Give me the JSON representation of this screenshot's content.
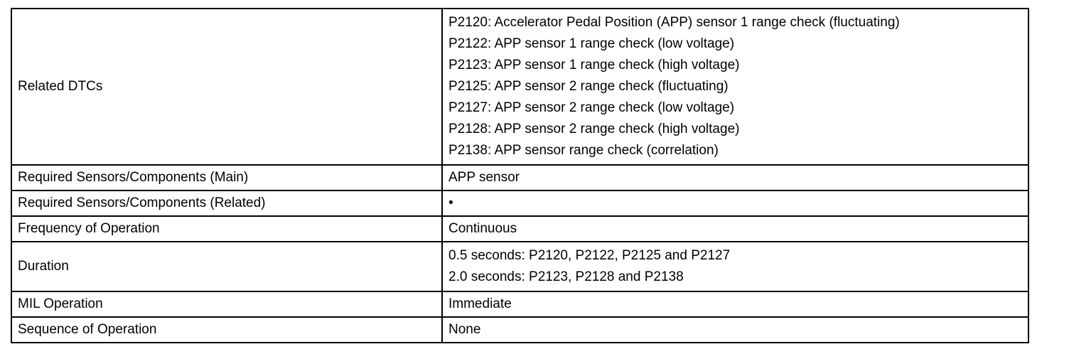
{
  "rows": [
    {
      "label": "Related DTCs",
      "values": [
        "P2120: Accelerator Pedal Position (APP) sensor 1 range check (fluctuating)",
        "P2122: APP sensor 1 range check (low voltage)",
        "P2123: APP sensor 1 range check (high voltage)",
        "P2125: APP sensor 2 range check (fluctuating)",
        "P2127: APP sensor 2 range check (low voltage)",
        "P2128: APP sensor 2 range check (high voltage)",
        "P2138: APP sensor range check (correlation)"
      ]
    },
    {
      "label": "Required Sensors/Components (Main)",
      "values": [
        "APP sensor"
      ]
    },
    {
      "label": "Required Sensors/Components (Related)",
      "values": [
        "•"
      ]
    },
    {
      "label": "Frequency of Operation",
      "values": [
        "Continuous"
      ]
    },
    {
      "label": "Duration",
      "values": [
        "0.5 seconds: P2120, P2122, P2125 and P2127",
        "2.0 seconds: P2123, P2128 and P2138"
      ]
    },
    {
      "label": "MIL Operation",
      "values": [
        "Immediate"
      ]
    },
    {
      "label": "Sequence of Operation",
      "values": [
        "None"
      ]
    }
  ]
}
